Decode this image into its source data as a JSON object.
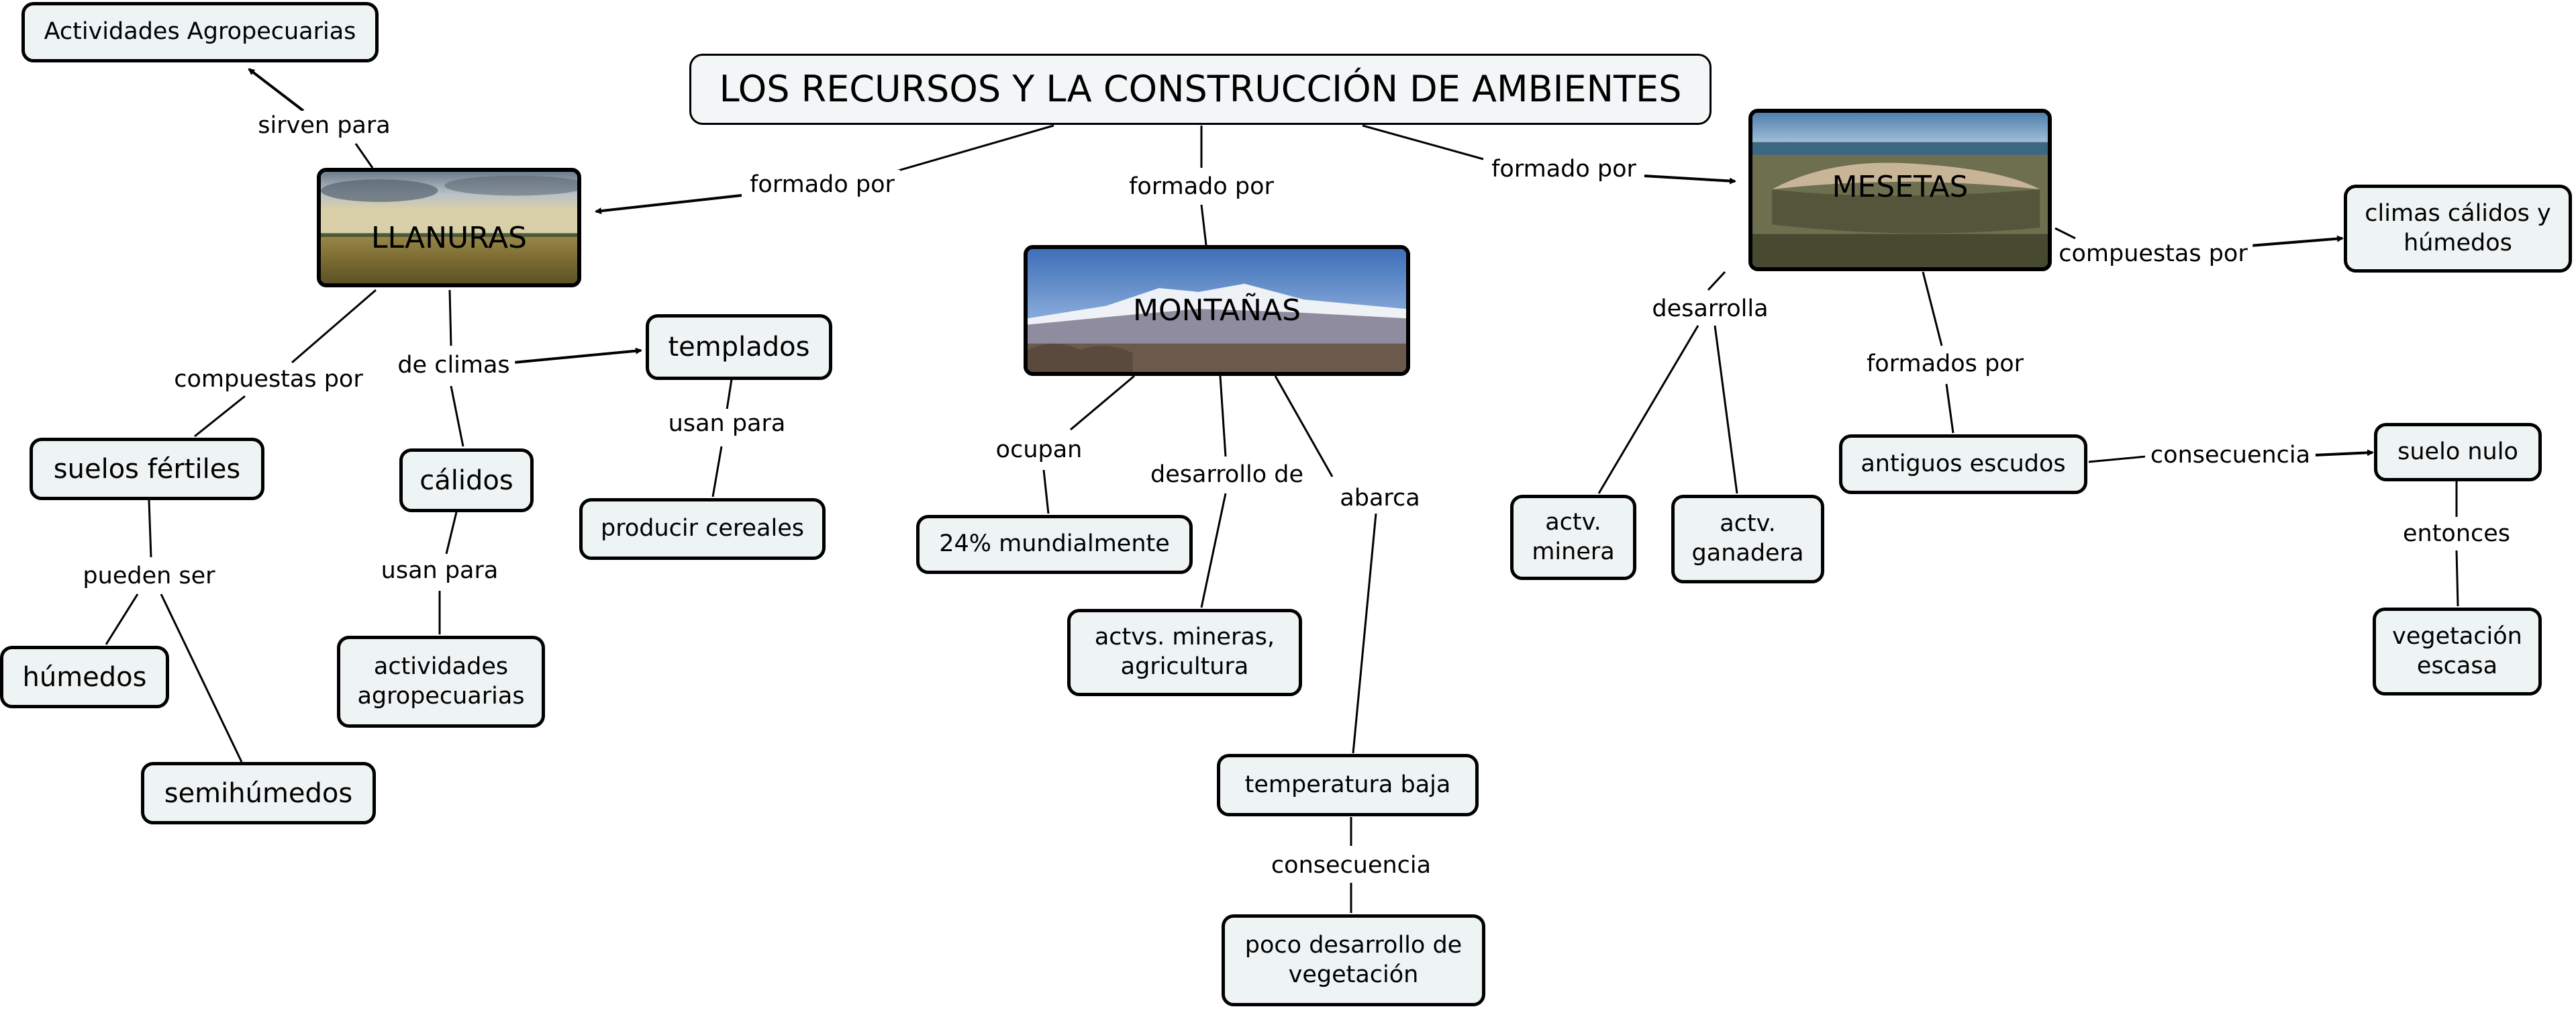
{
  "title": "LOS RECURSOS Y LA CONSTRUCCIÓN DE AMBIENTES",
  "nodes": {
    "actividades_agro_top": "Actividades Agropecuarias",
    "llanuras": "LLANURAS",
    "montanas": "MONTAÑAS",
    "mesetas": "MESETAS",
    "climas_calidos_humedos": "climas cálidos y\nhúmedos",
    "templados": "templados",
    "suelos_fertiles": "suelos fértiles",
    "calidos": "cálidos",
    "producir_cereales": "producir cereales",
    "humedos": "húmedos",
    "semihumedos": "semihúmedos",
    "actividades_agropecuarias": "actividades\nagropecuarias",
    "mundialmente": "24% mundialmente",
    "mineras_agricultura": "actvs. mineras,\nagricultura",
    "temperatura_baja": "temperatura baja",
    "poco_desarrollo": "poco desarrollo de\nvegetación",
    "actv_minera": "actv.\nminera",
    "actv_ganadera": "actv.\nganadera",
    "antiguos_escudos": "antiguos escudos",
    "suelo_nulo": "suelo nulo",
    "vegetacion_escasa": "vegetación\nescasa"
  },
  "links": {
    "sirven_para": "sirven para",
    "formado_por_left": "formado por",
    "formado_por_center": "formado por",
    "formado_por_right": "formado por",
    "compuestas_por_left": "compuestas por",
    "de_climas": "de climas",
    "usan_para_templados": "usan para",
    "usan_para_calidos": "usan para",
    "pueden_ser": "pueden ser",
    "ocupan": "ocupan",
    "desarrollo_de": "desarrollo de",
    "abarca": "abarca",
    "consecuencia_montanas": "consecuencia",
    "desarrolla": "desarrolla",
    "formados_por": "formados por",
    "compuestas_por_right": "compuestas por",
    "consecuencia_mesetas": "consecuencia",
    "entonces": "entonces"
  },
  "colors": {
    "node_fill": "#eef3f3",
    "node_border": "#000000",
    "line": "#000000",
    "background": "#ffffff"
  }
}
